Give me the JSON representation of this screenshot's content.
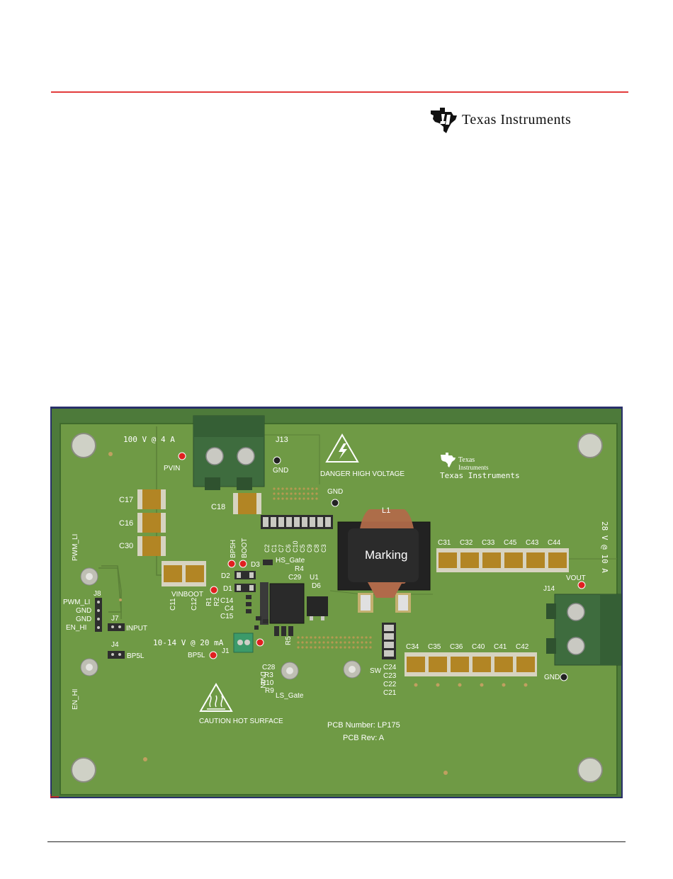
{
  "header": {
    "logo_text": "Texas Instruments"
  },
  "pcb": {
    "labels": {
      "input_rating": "100 V @ 4 A",
      "output_rating": "28 V @ 10 A",
      "bias_rating": "10-14 V @ 20 mA",
      "pvin": "PVIN",
      "gnd_top": "GND",
      "gnd_mid": "GND",
      "gnd_out": "GND",
      "vout": "VOUT",
      "vinboot": "VINBOOT",
      "bp5h": "BP5H",
      "boot": "BOOT",
      "bp5l": "BP5L",
      "bp5l_jumper": "BP5L",
      "hs_gate": "HS_Gate",
      "ls_gate": "LS_Gate",
      "sw": "SW",
      "dvin": "DVIN",
      "pwm_li_side": "PWM_LI",
      "en_hi_side": "EN_HI",
      "input": "INPUT",
      "danger": "DANGER HIGH VOLTAGE",
      "caution": "CAUTION HOT SURFACE",
      "marking": "Marking",
      "pcb_number": "PCB Number:  LP175",
      "pcb_rev": "PCB Rev:  A",
      "logo_line1": "Texas",
      "logo_line2": "Instruments",
      "logo_full": "Texas Instruments"
    },
    "connectors": {
      "j13": "J13",
      "j14": "J14",
      "j8": "J8",
      "j7": "J7",
      "j4": "J4",
      "j1": "J1",
      "j8_pins": [
        "PWM_LI",
        "GND",
        "GND",
        "EN_HI"
      ]
    },
    "components": {
      "l1": "L1",
      "u1": "U1",
      "d1": "D1",
      "d2": "D2",
      "d3": "D3",
      "d6": "D6",
      "c18": "C18",
      "c11": "C11",
      "c12": "C12",
      "r1": "R1",
      "r2": "R2",
      "c14": "C14",
      "c4": "C4",
      "c15": "C15",
      "c29": "C29",
      "r4": "R4",
      "r5": "R5",
      "c28": "C28",
      "r3": "R3",
      "r10": "R10",
      "r9": "R9",
      "input_caps": [
        "C17",
        "C16",
        "C30"
      ],
      "top_caps": [
        "C2",
        "C1",
        "C7",
        "C6",
        "C10",
        "C5",
        "C9",
        "C8",
        "C3"
      ],
      "out_caps_top": [
        "C31",
        "C32",
        "C33",
        "C45",
        "C43",
        "C44"
      ],
      "out_caps_bottom": [
        "C34",
        "C35",
        "C36",
        "C40",
        "C41",
        "C42"
      ],
      "right_caps": [
        "C24",
        "C23",
        "C22",
        "C21"
      ]
    }
  }
}
